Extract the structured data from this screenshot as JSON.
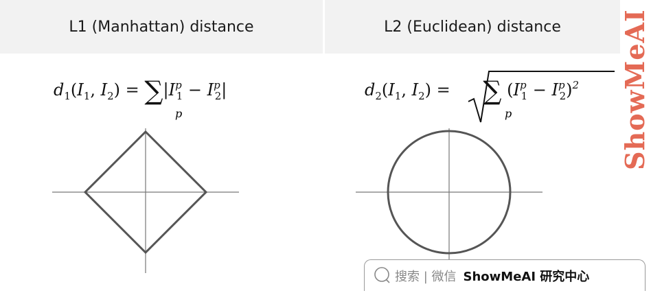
{
  "left_panel": {
    "title": "L1 (Manhattan) distance"
  },
  "right_panel": {
    "title": "L2 (Euclidean) distance"
  },
  "watermark": {
    "text": "ShowMeAI"
  },
  "search_badge": {
    "placeholder": "搜索 | 微信",
    "brand": "ShowMeAI 研究中心"
  },
  "colors": {
    "header_bg": "#f2f2f2",
    "shape_stroke": "#555555",
    "axis_stroke": "#777777",
    "watermark": "#e46a55"
  },
  "icons": [
    "search-icon"
  ]
}
